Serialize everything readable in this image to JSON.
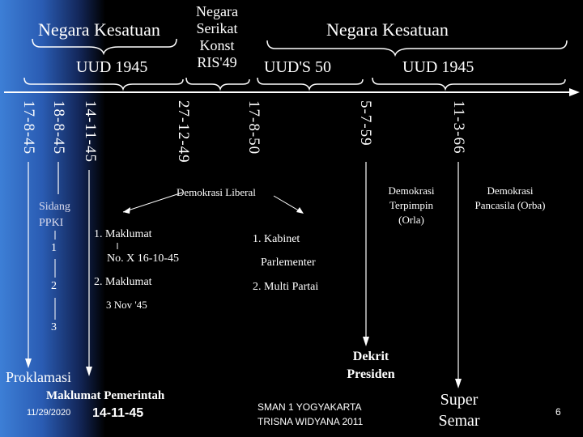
{
  "headings": {
    "negara_kesatuan_left": "Negara Kesatuan",
    "negara_serikat": [
      "Negara",
      "Serikat",
      "Konst",
      "RIS'49"
    ],
    "negara_kesatuan_right": "Negara Kesatuan"
  },
  "constitutions": {
    "uud1945_left": "UUD 1945",
    "uuds50": "UUD'S 50",
    "uud1945_right": "UUD 1945"
  },
  "dates": [
    "17-8-45",
    "18-8-45",
    "14-11-45",
    "27-12-49",
    "17-8-50",
    "5-7-59",
    "11-3-66"
  ],
  "events": {
    "sidang_ppki": [
      "Sidang",
      "PPKI"
    ],
    "steps": [
      "1",
      "2",
      "3"
    ],
    "maklumat1": "1. Maklumat",
    "maklumat1_no": "No. X 16-10-45",
    "maklumat2": "2. Maklumat",
    "maklumat2_date": "3 Nov '45",
    "demokrasi_liberal": "Demokrasi  Liberal",
    "kabinet": "1. Kabinet",
    "parlementer": "Parlementer",
    "multi_partai": "2. Multi Partai",
    "demokrasi_terpimpin": [
      "Demokrasi",
      "Terpimpin",
      "(Orla)"
    ],
    "demokrasi_pancasila": [
      "Demokrasi",
      "Pancasila (Orba)"
    ],
    "dekrit": [
      "Dekrit",
      "Presiden"
    ],
    "proklamasi": "Proklamasi",
    "maklumat_pemerintah": "Maklumat Pemerintah",
    "maklumat_pemerintah_date": "14-11-45",
    "super_semar": [
      "Super",
      "Semar"
    ]
  },
  "footer": {
    "date": "11/29/2020",
    "school": "SMAN 1 YOGYAKARTA",
    "author": "TRISNA WIDYANA 2011",
    "page": "6"
  }
}
